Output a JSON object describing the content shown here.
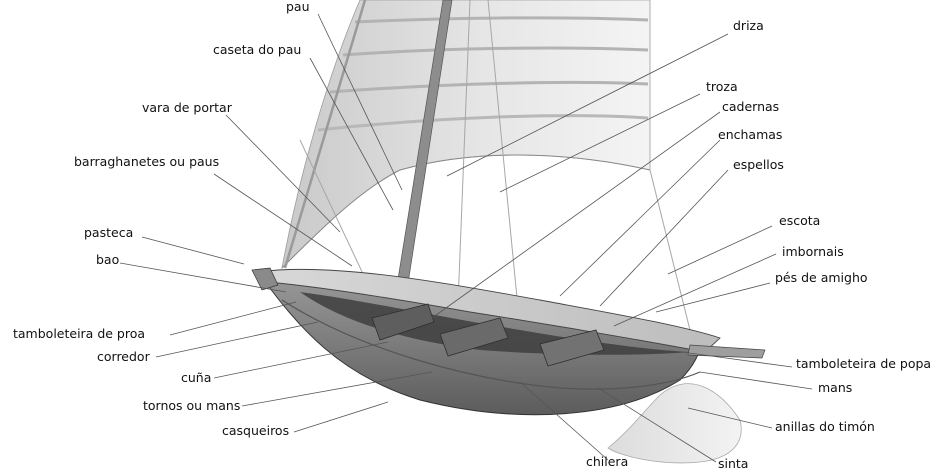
{
  "labels": {
    "left": {
      "pau": "pau",
      "caseta_do_pau": "caseta do pau",
      "vara_de_portar": "vara de portar",
      "barraghanetes": "barraghanetes ou paus",
      "pasteca": "pasteca",
      "bao": "bao",
      "tamboleteira_proa": "tamboleteira de proa",
      "corredor": "corredor",
      "cuna": "cuña",
      "tornos": "tornos ou mans",
      "casqueiros": "casqueiros"
    },
    "right": {
      "driza": "driza",
      "troza": "troza",
      "cadernas": "cadernas",
      "enchamas": "enchamas",
      "espellos": "espellos",
      "escota": "escota",
      "imbornais": "imbornais",
      "pes_de_amigho": "pés de amigho",
      "tamboleteira_popa": "tamboleteira de popa",
      "mans": "mans",
      "anillas": "anillas do timón"
    },
    "bottom": {
      "chilera": "chilera",
      "sinta": "sinta"
    }
  }
}
